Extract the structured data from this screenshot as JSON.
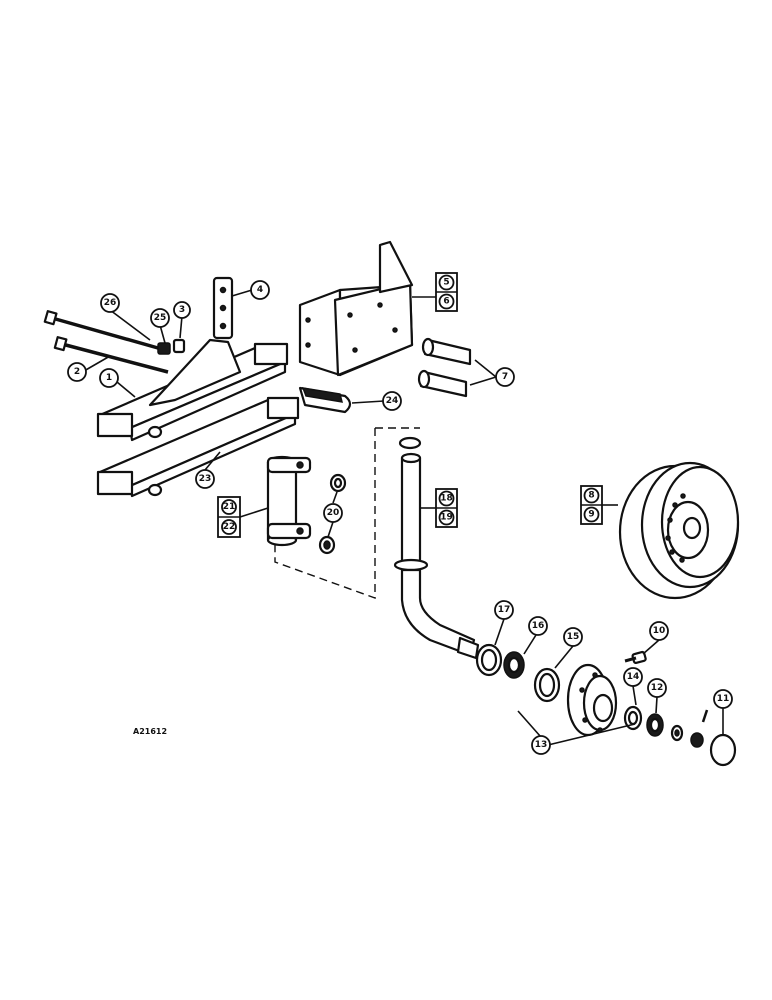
{
  "diagram": {
    "drawing_code": "A21612",
    "callouts": {
      "c1": "1",
      "c2": "2",
      "c3": "3",
      "c4": "4",
      "c5": "5",
      "c6": "6",
      "c7": "7",
      "c8": "8",
      "c9": "9",
      "c10": "10",
      "c11": "11",
      "c12": "12",
      "c13": "13",
      "c14": "14",
      "c15": "15",
      "c16": "16",
      "c17": "17",
      "c18": "18",
      "c19": "19",
      "c20": "20",
      "c21": "21",
      "c22": "22",
      "c23": "23",
      "c24": "24",
      "c25": "25",
      "c26": "26"
    }
  }
}
